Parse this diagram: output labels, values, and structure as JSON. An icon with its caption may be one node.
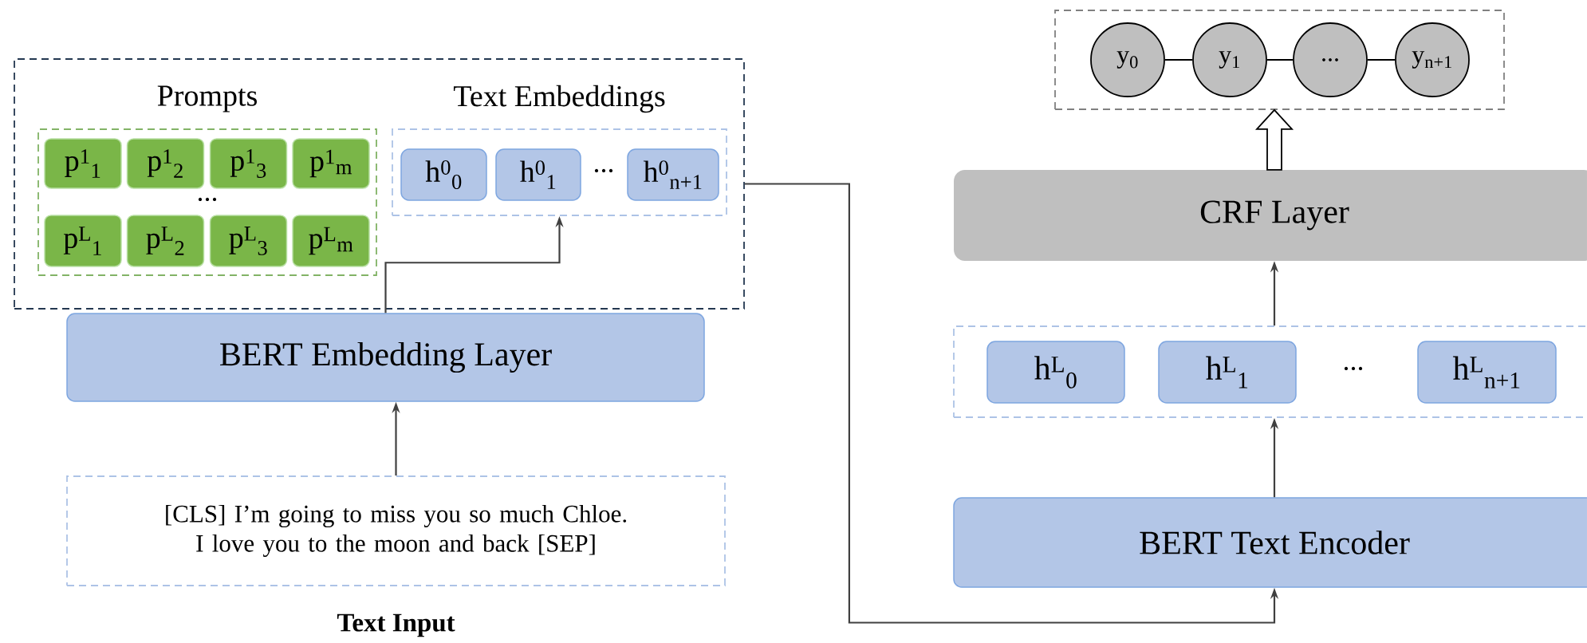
{
  "diagram": {
    "nodes": [
      {
        "text": [],
        "shape": "box"
      },
      {
        "text": [
          "Prompts"
        ],
        "in": 0
      },
      {
        "text": [
          "Text Embeddings"
        ],
        "in": 0
      },
      {
        "text": [
          "p$^{1}$$_{1}$"
        ],
        "in": 1
      },
      {
        "text": [
          "p$^{1}$$_{2}$"
        ],
        "in": 1
      },
      {
        "text": [
          "p$^{1}$$_{3}$"
        ],
        "in": 1
      },
      {
        "text": [
          "p$^{1}$$_{m}$"
        ],
        "in": 1
      },
      {
        "text": [
          "p$^{L}$$_{1}$"
        ],
        "in": 1
      },
      {
        "text": [
          "p$^{L}$$_{2}$"
        ],
        "in": 1
      },
      {
        "text": [
          "p$^{L}$$_{3}$"
        ],
        "in": 1
      },
      {
        "text": [
          "p$^{L}$$_{m}$"
        ],
        "in": 1
      },
      {
        "text": [
          "h$^{0}$$_{0}$"
        ],
        "in": 2
      },
      {
        "text": [
          "h$^{0}$$_{1}$"
        ],
        "in": 2
      },
      {
        "text": [
          "h$^{0}$$_{n+1}$"
        ],
        "in": 2
      },
      {
        "text": [
          "BERT Embedding Layer"
        ]
      },
      {
        "text": [
          "[CLS] I’m going to miss you so much Chloe. I love you to the moon and back [SEP]",
          "Text Input"
        ]
      },
      {
        "text": [
          "BERT Text Encoder"
        ]
      },
      {
        "text": [],
        "shape": "box"
      },
      {
        "text": [
          "h$^{L}$$_{0}$"
        ],
        "in": 17
      },
      {
        "text": [
          "h$^{L}$$_{1}$"
        ],
        "in": 17
      },
      {
        "text": [
          "h$^{L}$$_{n+1}$"
        ],
        "in": 17
      },
      {
        "text": [
          "CRF Layer"
        ]
      },
      {
        "text": [],
        "shape": "box"
      },
      {
        "text": [
          "y$_{0}$"
        ],
        "in": 22
      },
      {
        "text": [
          "y$_{1}$"
        ],
        "in": 22
      },
      {
        "text": [
          "..."
        ],
        "in": 22
      },
      {
        "text": [
          "y$_{n+1}$"
        ],
        "in": 22
      }
    ],
    "edges": [
      {
        "from": 15,
        "to": 14,
        "arrow": "to"
      },
      {
        "from": 14,
        "to": 2,
        "arrow": "to"
      },
      {
        "from": 0,
        "to": 16,
        "arrow": "to"
      },
      {
        "from": 16,
        "to": 17,
        "arrow": "to"
      },
      {
        "from": 17,
        "to": 21,
        "arrow": "to"
      },
      {
        "from": 21,
        "to": 22,
        "arrow": "to"
      },
      {
        "from": 23,
        "to": 24,
        "arrow": "none"
      },
      {
        "from": 24,
        "to": 25,
        "arrow": "none"
      },
      {
        "from": 25,
        "to": 26,
        "arrow": "none"
      }
    ],
    "labels": [
      "...",
      "...",
      "..."
    ]
  }
}
